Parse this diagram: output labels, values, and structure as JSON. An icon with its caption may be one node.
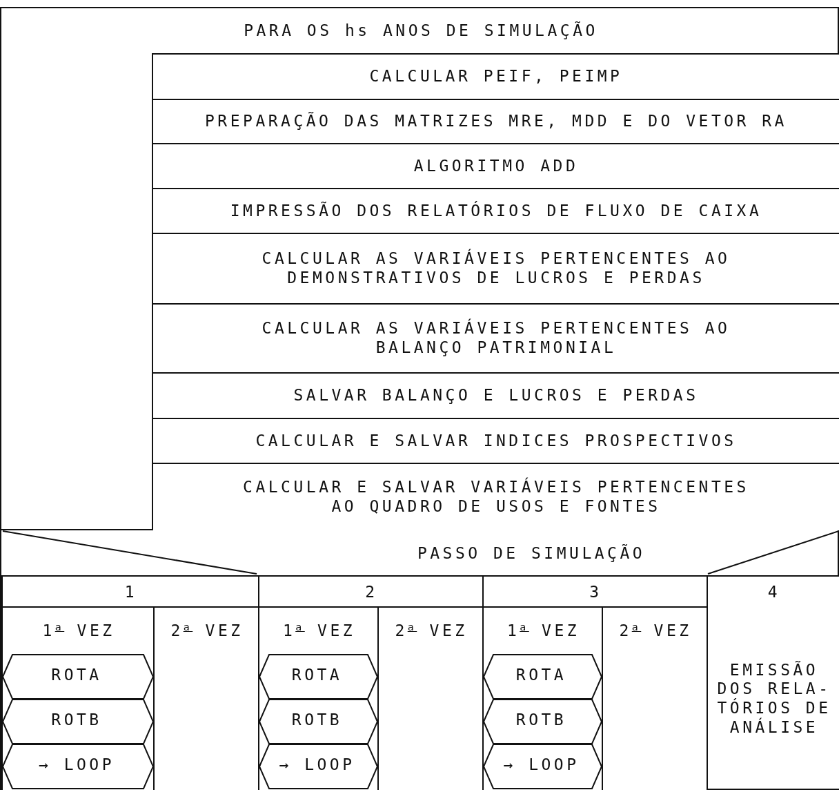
{
  "diagram": {
    "nodes": [
      {
        "text": [
          "PARA OS hs ANOS DE SIMULAÇÃO"
        ]
      },
      {
        "text": [
          "CALCULAR PEIF, PEIMP"
        ],
        "in": 0
      },
      {
        "text": [
          "PREPARAÇÃO DAS MATRIZES MRE, MDD E DO VETOR RA"
        ],
        "in": 0
      },
      {
        "text": [
          "ALGORITMO ADD"
        ],
        "in": 0
      },
      {
        "text": [
          "IMPRESSÃO DOS RELATÓRIOS DE FLUXO DE CAIXA"
        ],
        "in": 0
      },
      {
        "text": [
          "CALCULAR AS VARIÁVEIS PERTENCENTES AO DEMONSTRATIVOS DE LUCROS E PERDAS"
        ],
        "in": 0
      },
      {
        "text": [
          "CALCULAR AS VARIÁVEIS PERTENCENTES AO BALANÇO PATRIMONIAL"
        ],
        "in": 0
      },
      {
        "text": [
          "SALVAR BALANÇO E LUCROS E PERDAS"
        ],
        "in": 0
      },
      {
        "text": [
          "CALCULAR E SALVAR INDICES PROSPECTIVOS"
        ],
        "in": 0
      },
      {
        "text": [
          "CALCULAR E SALVAR VARIÁVEIS PERTENCENTES AO QUADRO DE USOS E FONTES"
        ],
        "in": 0
      },
      {
        "text": [
          "PASSO DE SIMULAÇÃO"
        ]
      },
      {
        "text": [
          "1"
        ],
        "in": 10
      },
      {
        "text": [
          "1$^{a}$ VEZ"
        ],
        "in": 11
      },
      {
        "text": [
          "ROTA"
        ],
        "in": 12
      },
      {
        "text": [
          "ROTB"
        ],
        "in": 12
      },
      {
        "text": [
          "→ LOOP"
        ],
        "in": 12
      },
      {
        "text": [
          "2$^{a}$ VEZ"
        ],
        "in": 11
      },
      {
        "text": [
          "2"
        ],
        "in": 10
      },
      {
        "text": [
          "1$^{a}$ VEZ"
        ],
        "in": 17
      },
      {
        "text": [
          "ROTA"
        ],
        "in": 18
      },
      {
        "text": [
          "ROTB"
        ],
        "in": 18
      },
      {
        "text": [
          "→ LOOP"
        ],
        "in": 18
      },
      {
        "text": [
          "2$^{a}$ VEZ"
        ],
        "in": 17
      },
      {
        "text": [
          "3"
        ],
        "in": 10
      },
      {
        "text": [
          "1$^{a}$ VEZ"
        ],
        "in": 23
      },
      {
        "text": [
          "ROTA"
        ],
        "in": 24
      },
      {
        "text": [
          "ROTB"
        ],
        "in": 24
      },
      {
        "text": [
          "→ LOOP"
        ],
        "in": 24
      },
      {
        "text": [
          "2$^{a}$ VEZ"
        ],
        "in": 23
      },
      {
        "text": [
          "4",
          "EMISSÃO DOS RELA- TÓRIOS DE ANÁLISE"
        ],
        "in": 10
      }
    ]
  }
}
